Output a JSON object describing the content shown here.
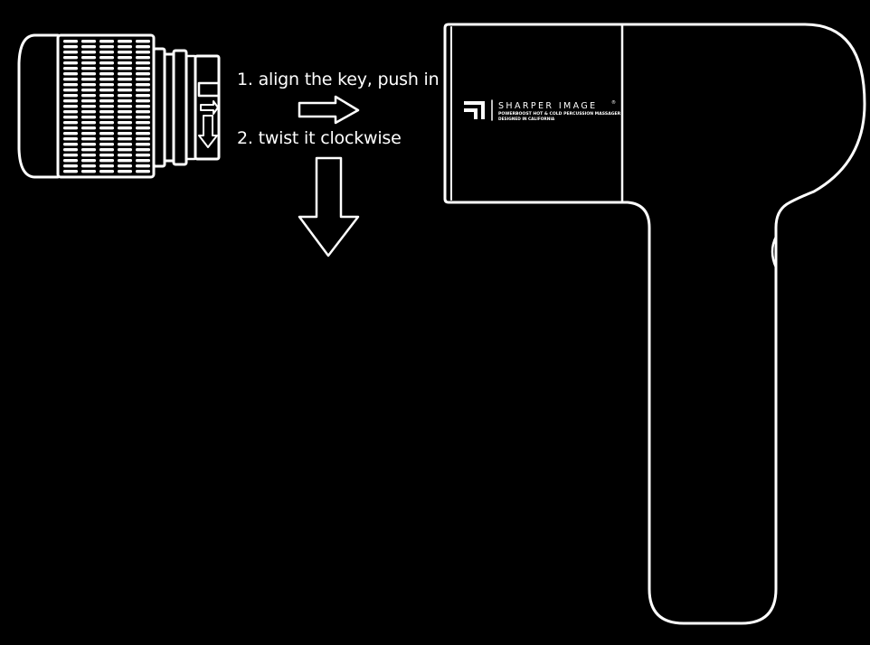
{
  "instructions": {
    "step1": "1. align the key, push in",
    "step2": "2. twist it clockwise"
  },
  "brand": {
    "name": "SHARPER IMAGE",
    "registered_mark": "®",
    "product_line": "POWERBOOST HOT & COLD PERCUSSION MASSAGER",
    "tagline": "DESIGNED IN CALIFORNIA"
  },
  "colors": {
    "background": "#000000",
    "line": "#ffffff"
  },
  "icons": {
    "push_arrow": "arrow-right-icon",
    "twist_arrow": "arrow-down-icon"
  }
}
